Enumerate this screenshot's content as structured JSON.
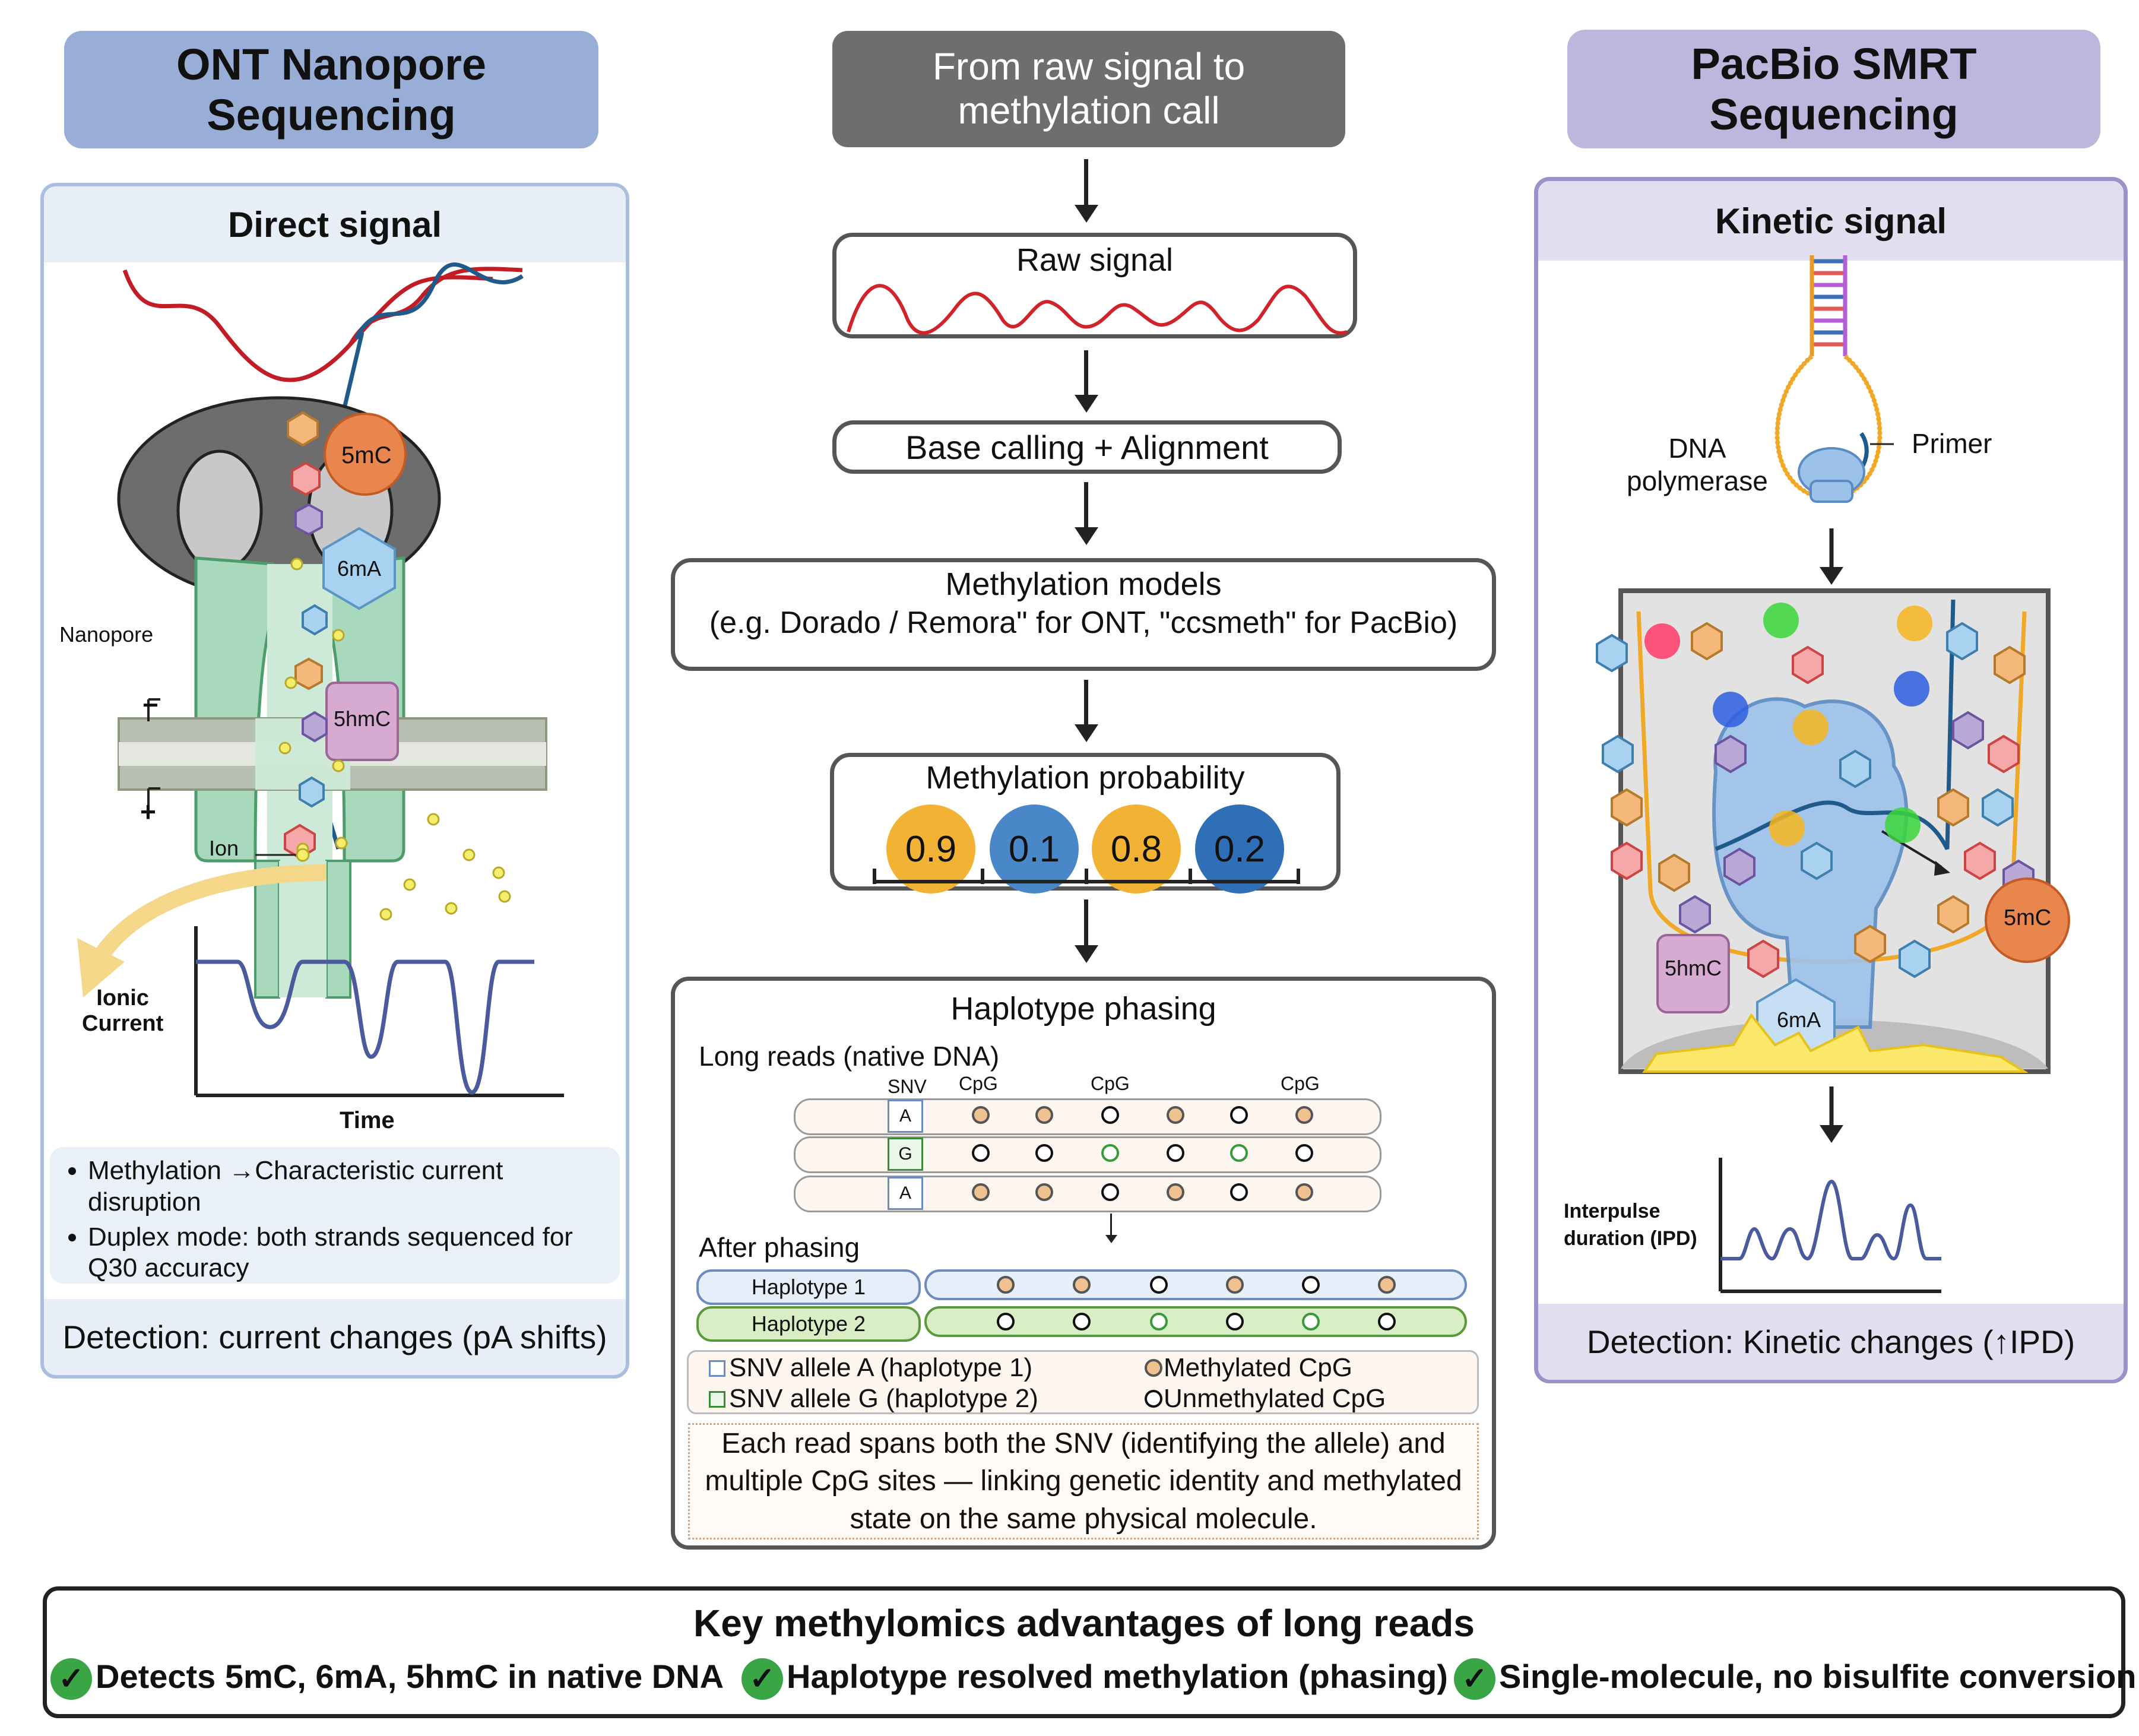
{
  "left": {
    "header": "ONT Nanopore\nSequencing",
    "title": "Direct signal",
    "labels": {
      "five_mc": "5mC",
      "six_ma": "6mA",
      "five_hmc": "5hmC",
      "nanopore": "Nanopore",
      "minus": "−",
      "plus": "+",
      "ion": "Ion",
      "ionic_current": "Ionic\nCurrent",
      "time": "Time"
    },
    "bullets": [
      "Methylation →Characteristic current disruption",
      "Duplex mode: both strands sequenced for Q30 accuracy"
    ],
    "detection": "Detection: current changes (pA shifts)"
  },
  "center": {
    "header": "From raw signal to\nmethylation call",
    "raw_signal": "Raw signal",
    "base_calling": "Base calling + Alignment",
    "models_title": "Methylation models",
    "models_sub": "(e.g. Dorado / Remora\" for ONT, \"ccsmeth\" for PacBio)",
    "prob_title": "Methylation probability",
    "probabilities": [
      "0.9",
      "0.1",
      "0.8",
      "0.2"
    ],
    "prob_colors": [
      "#f2b234",
      "#4a87c8",
      "#f2b234",
      "#2f6fb8"
    ],
    "phasing_title": "Haplotype phasing",
    "long_reads": "Long reads (native DNA)",
    "snv_label": "SNV",
    "cpg_label": "CpG",
    "reads_snv": [
      "A",
      "G",
      "A"
    ],
    "after_phasing": "After phasing",
    "haplotype1": "Haplotype 1",
    "haplotype2": "Haplotype 2",
    "legend": {
      "snv_a": "SNV allele A (haplotype 1)",
      "snv_g": "SNV allele G (haplotype 2)",
      "methylated": "Methylated CpG",
      "unmethylated": "Unmethylated CpG"
    },
    "note": "Each read spans both the SNV (identifying the allele) and multiple CpG sites — linking genetic identity and methylated state on the same physical molecule."
  },
  "right": {
    "header": "PacBio SMRT\nSequencing",
    "title": "Kinetic signal",
    "labels": {
      "dna_polymerase": "DNA\npolymerase",
      "primer": "Primer",
      "five_mc": "5mC",
      "five_hmc": "5hmC",
      "six_ma": "6mA",
      "ipd": "Interpulse\nduration (IPD)"
    },
    "detection": "Detection: Kinetic changes (↑IPD)"
  },
  "bottom": {
    "title": "Key methylomics advantages of long reads",
    "items": [
      "Detects 5mC, 6mA, 5hmC in native DNA",
      "Haplotype resolved methylation (phasing)",
      "Single-molecule, no bisulfite conversion"
    ],
    "check": "✓"
  },
  "colors": {
    "ont_header": "#98aed6",
    "center_header": "#6e6e6e",
    "pacbio_header": "#bdb7dd",
    "ont_border": "#aabedf",
    "pacbio_border": "#9a92c8",
    "raw_wave": "#d0242a",
    "current_trace": "#4a5a9c"
  }
}
